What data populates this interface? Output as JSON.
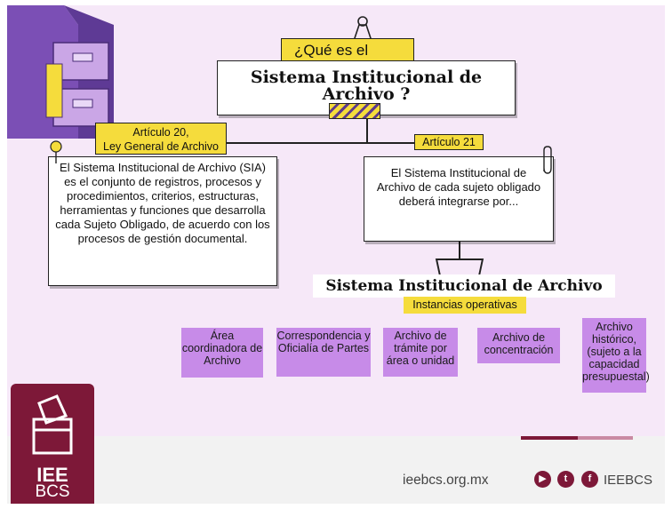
{
  "title": {
    "question_tag": "¿Qué es el",
    "line1": "Sistema Institucional de",
    "line2": "Archivo ?"
  },
  "left_branch": {
    "tag_line1": "Artículo 20,",
    "tag_line2": "Ley General de Archivo",
    "text": "El Sistema Institucional de Archivo (SIA) es el conjunto de registros, procesos y procedimientos, criterios, estructuras, herramientas y funciones que desarrolla cada Sujeto Obligado, de acuerdo con los procesos de gestión documental."
  },
  "right_branch": {
    "tag": "Artículo 21",
    "text": "El Sistema Institucional de Archivo de cada sujeto obligado deberá integrarse por..."
  },
  "section": {
    "title": "Sistema Institucional de Archivo",
    "subtitle": "Instancias operativas"
  },
  "instances": [
    "Área coordinadora de Archivo",
    "Correspondencia y Oficialía de Partes",
    "Archivo de trámite por área o unidad",
    "Archivo de concentración",
    "Archivo histórico, (sujeto a la capacidad presupuestal)"
  ],
  "footer": {
    "logo_line1": "IEE",
    "logo_line2": "BCS",
    "url": "ieebcs.org.mx",
    "handle": "IEEBCS",
    "social_icons": [
      "youtube-icon",
      "twitter-icon",
      "facebook-icon"
    ]
  },
  "colors": {
    "background": "#f6e8f8",
    "accent_yellow": "#f5dc3c",
    "box_purple": "#c78be8",
    "brand_maroon": "#7d1838"
  }
}
